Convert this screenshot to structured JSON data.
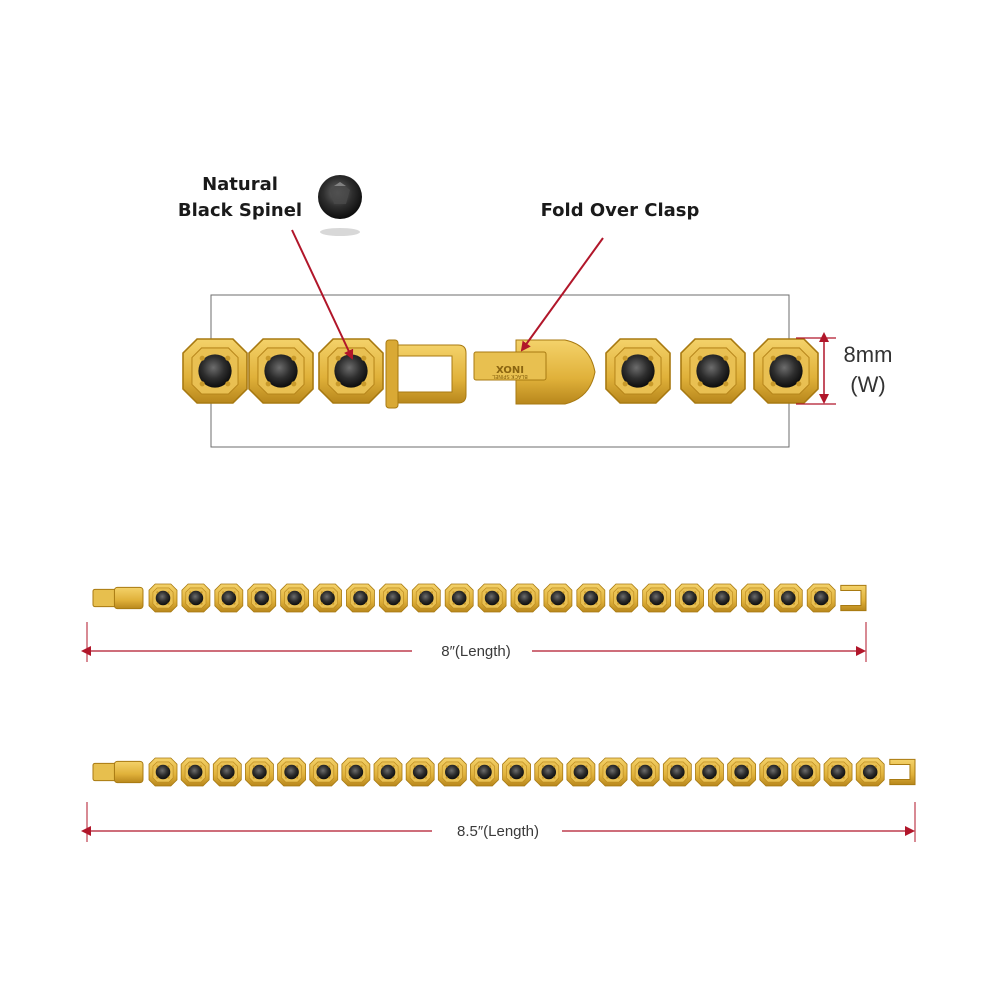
{
  "callouts": {
    "stone_line1": "Natural",
    "stone_line2": "Black Spinel",
    "clasp": "Fold Over Clasp"
  },
  "clasp_engraving": {
    "brand": "INOX",
    "sub": "BLACK SPINEL"
  },
  "width_dimension": {
    "value": "8mm",
    "unit": "(W)"
  },
  "bracelets": [
    {
      "length_label": "8″(Length)",
      "link_count": 21
    },
    {
      "length_label": "8.5″(Length)",
      "link_count": 23
    }
  ],
  "colors": {
    "gold": "#e2b43a",
    "gold_dark": "#a87a12",
    "gold_light": "#f2cf64",
    "stone": "#2b2b2b",
    "arrow_red": "#b1162a",
    "frame": "#6e6e6e"
  }
}
